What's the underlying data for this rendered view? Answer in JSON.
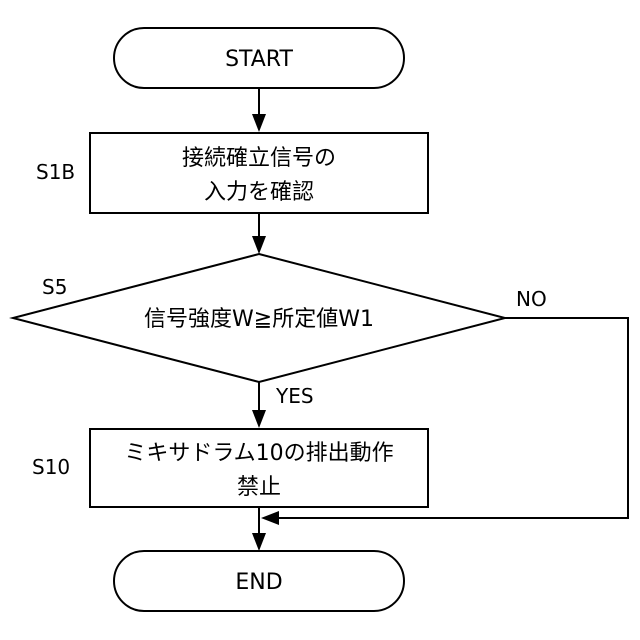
{
  "flowchart": {
    "start": {
      "label": "START"
    },
    "step_s1b": {
      "id": "S1B",
      "lines": [
        "接続確立信号の",
        "入力を確認"
      ]
    },
    "decision_s5": {
      "id": "S5",
      "text": "信号強度W≧所定値W1",
      "yes_label": "YES",
      "no_label": "NO"
    },
    "step_s10": {
      "id": "S10",
      "lines": [
        "ミキサドラム10の排出動作",
        "禁止"
      ]
    },
    "end": {
      "label": "END"
    }
  }
}
